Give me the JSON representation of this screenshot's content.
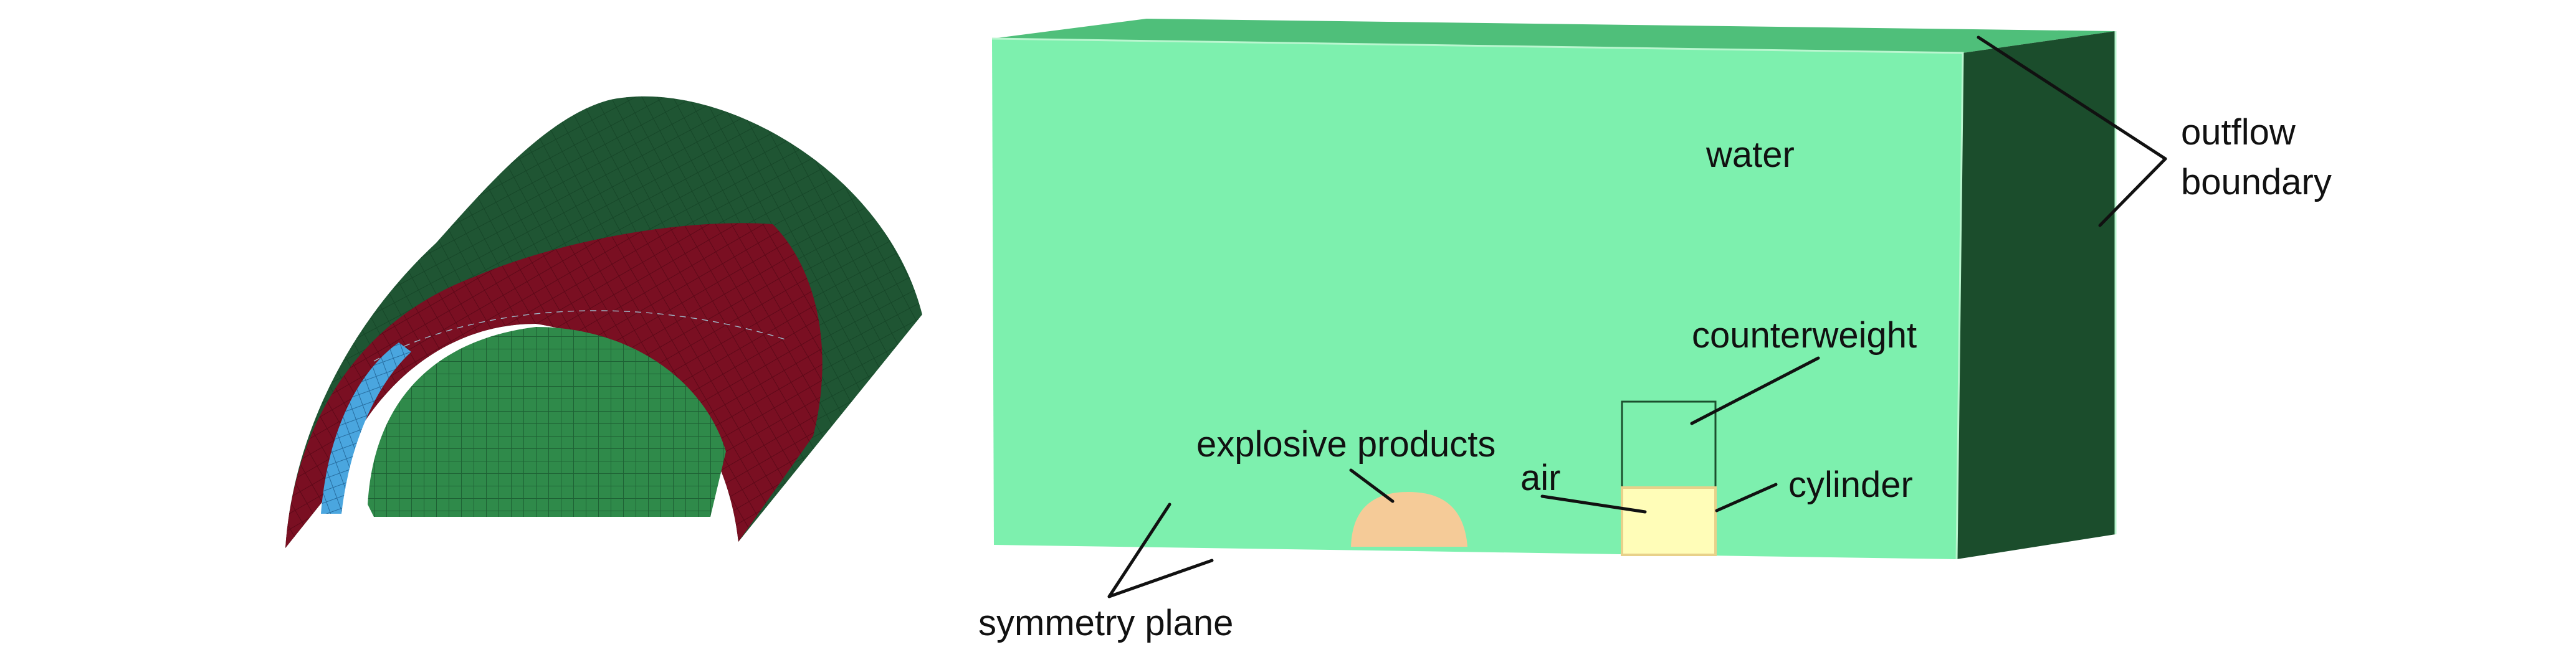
{
  "figure": {
    "labels": {
      "water": "water",
      "outflow_line1": "outflow",
      "outflow_line2": "boundary",
      "counterweight": "counterweight",
      "explosive_products": "explosive products",
      "air": "air",
      "cylinder": "cylinder",
      "symmetry_plane": "symmetry plane"
    },
    "colors": {
      "water": "#7df0ae",
      "outflow_boundary": "#1b4d2c",
      "explosive_products": "#f5cb98",
      "cylinder": "#fffdb8",
      "counterweight_outline": "#1c4f2e",
      "mesh_shell_green": "#1f5533",
      "mesh_inner_green": "#2f8a4a",
      "mesh_band_red": "#7a0f22",
      "mesh_strip_blue": "#4aa6df"
    },
    "icons": {
      "mesh_model": "cylindrical-shell-mesh",
      "fluid_domain": "fluid-domain-box"
    }
  }
}
